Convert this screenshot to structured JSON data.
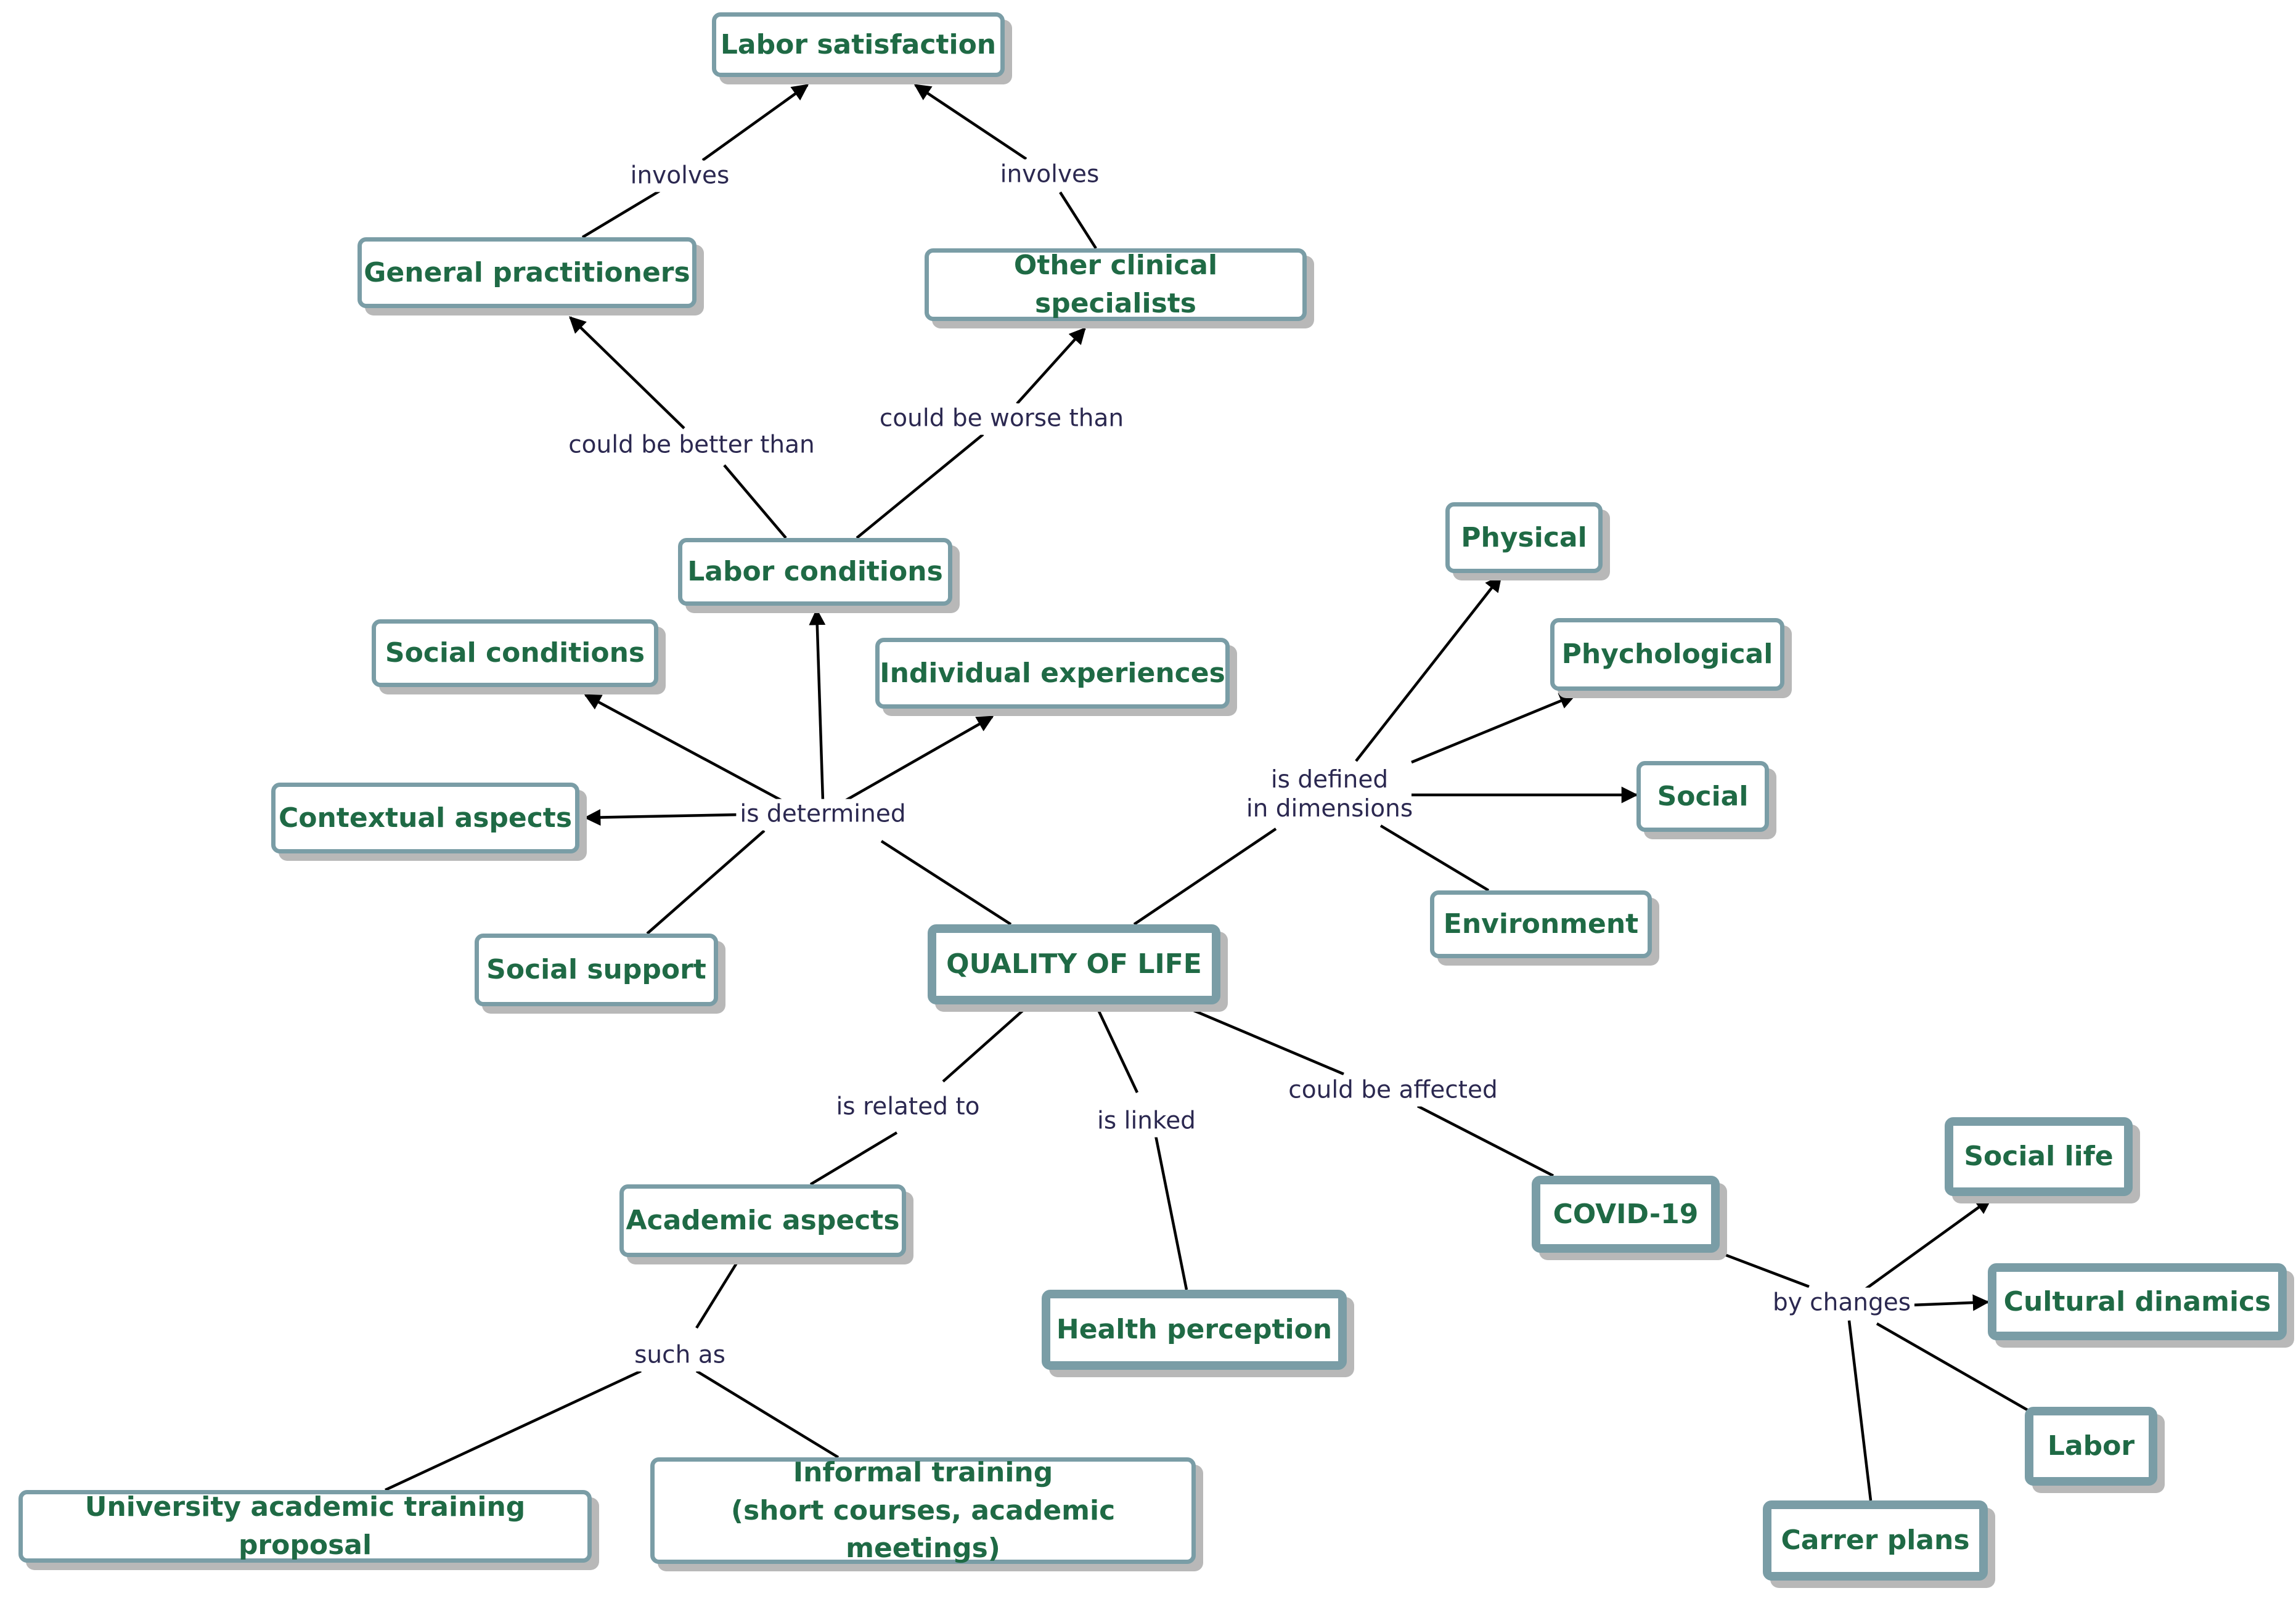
{
  "diagram": {
    "nodes": {
      "labor_satisfaction": "Labor satisfaction",
      "general_practitioners": "General practitioners",
      "other_clinical_specialists": "Other clinical specialists",
      "labor_conditions": "Labor conditions",
      "social_conditions": "Social conditions",
      "individual_experiences": "Individual experiences",
      "contextual_aspects": "Contextual aspects",
      "social_support": "Social support",
      "quality_of_life": "QUALITY OF LIFE",
      "physical": "Physical",
      "phychological": "Phychological",
      "social": "Social",
      "environment": "Environment",
      "academic_aspects": "Academic aspects",
      "health_perception": "Health perception",
      "covid19": "COVID-19",
      "social_life": "Social life",
      "cultural_dinamics": "Cultural dinamics",
      "labor": "Labor",
      "carrer_plans": "Carrer plans",
      "university_academic_training_proposal": "University academic training proposal",
      "informal_training": "Informal training\n(short courses, academic meetings)"
    },
    "links": {
      "involves_left": "involves",
      "involves_right": "involves",
      "could_be_better_than": "could be better than",
      "could_be_worse_than": "could be worse than",
      "is_determined": "is determined",
      "is_defined_in_dimensions": "is defined\nin dimensions",
      "is_related_to": "is related to",
      "is_linked": "is linked",
      "could_be_affected": "could be affected",
      "such_as": "such as",
      "by_changes": "by changes"
    }
  }
}
